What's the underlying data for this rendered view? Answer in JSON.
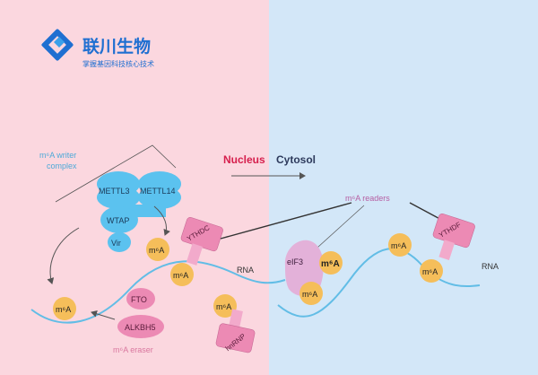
{
  "logo": {
    "company_name": "联川生物",
    "slogan": "掌握基因科技核心技术"
  },
  "compartments": {
    "nucleus": "Nucleus",
    "cytosol": "Cytosol"
  },
  "writer": {
    "label_line1": "m⁶A writer",
    "label_line2": "complex",
    "mettl3": "METTL3",
    "mettl14": "METTL14",
    "wtap": "WTAP",
    "vir": "Vir"
  },
  "readers": {
    "label": "m⁶A readers",
    "ythdc": "YTHDC",
    "ythdf": "YTHDF",
    "eif3": "eIF3",
    "hnrnp": "hnRNP"
  },
  "eraser": {
    "label": "m⁶A eraser",
    "fto": "FTO",
    "alkbh5": "ALKBH5"
  },
  "rna_label": "RNA",
  "m6a_label": "m⁶A",
  "colors": {
    "nucleus_bg": "#fbd7df",
    "cytosol_bg": "#d3e7f8",
    "writer_blue": "#5bc2ef",
    "reader_pink": "#ec8ab4",
    "eif3_violet": "#e3b1d9",
    "m6a_orange": "#f5be5a",
    "rna_line": "#62bde6",
    "nucleus_title": "#d61f4d",
    "cytosol_title": "#2d3a5c"
  }
}
